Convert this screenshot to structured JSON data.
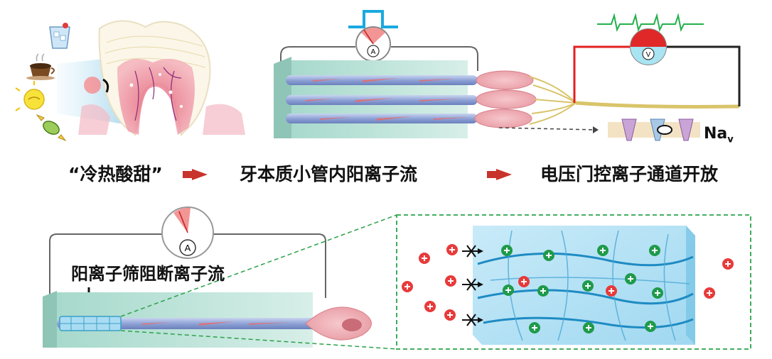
{
  "captions": {
    "stimuli": "“冷热酸甜”",
    "tubule_flow": "牙本质小管内阳离子流",
    "channel_open": "电压门控离子通道开放",
    "cation_sieve": "阳离子筛阻断离子流"
  },
  "labels": {
    "ammeter_symbol": "A",
    "voltmeter_symbol": "V",
    "nav_base": "Na",
    "nav_sub": "v"
  },
  "icons": [
    "ice-drink-icon",
    "coffee-cup-icon",
    "lemon-icon",
    "candy-icon"
  ],
  "colors": {
    "tubule_blue": "#8fa3d6",
    "cation_red": "#e83a3a",
    "anion_green": "#1f9a4a",
    "dentin_teal": "#b9e2d8",
    "nerve_yellow": "#d9c46a",
    "sieve_blue": "#a9dcf2",
    "dashed_green": "#2aa24a",
    "arrow_red": "#c8332b"
  }
}
